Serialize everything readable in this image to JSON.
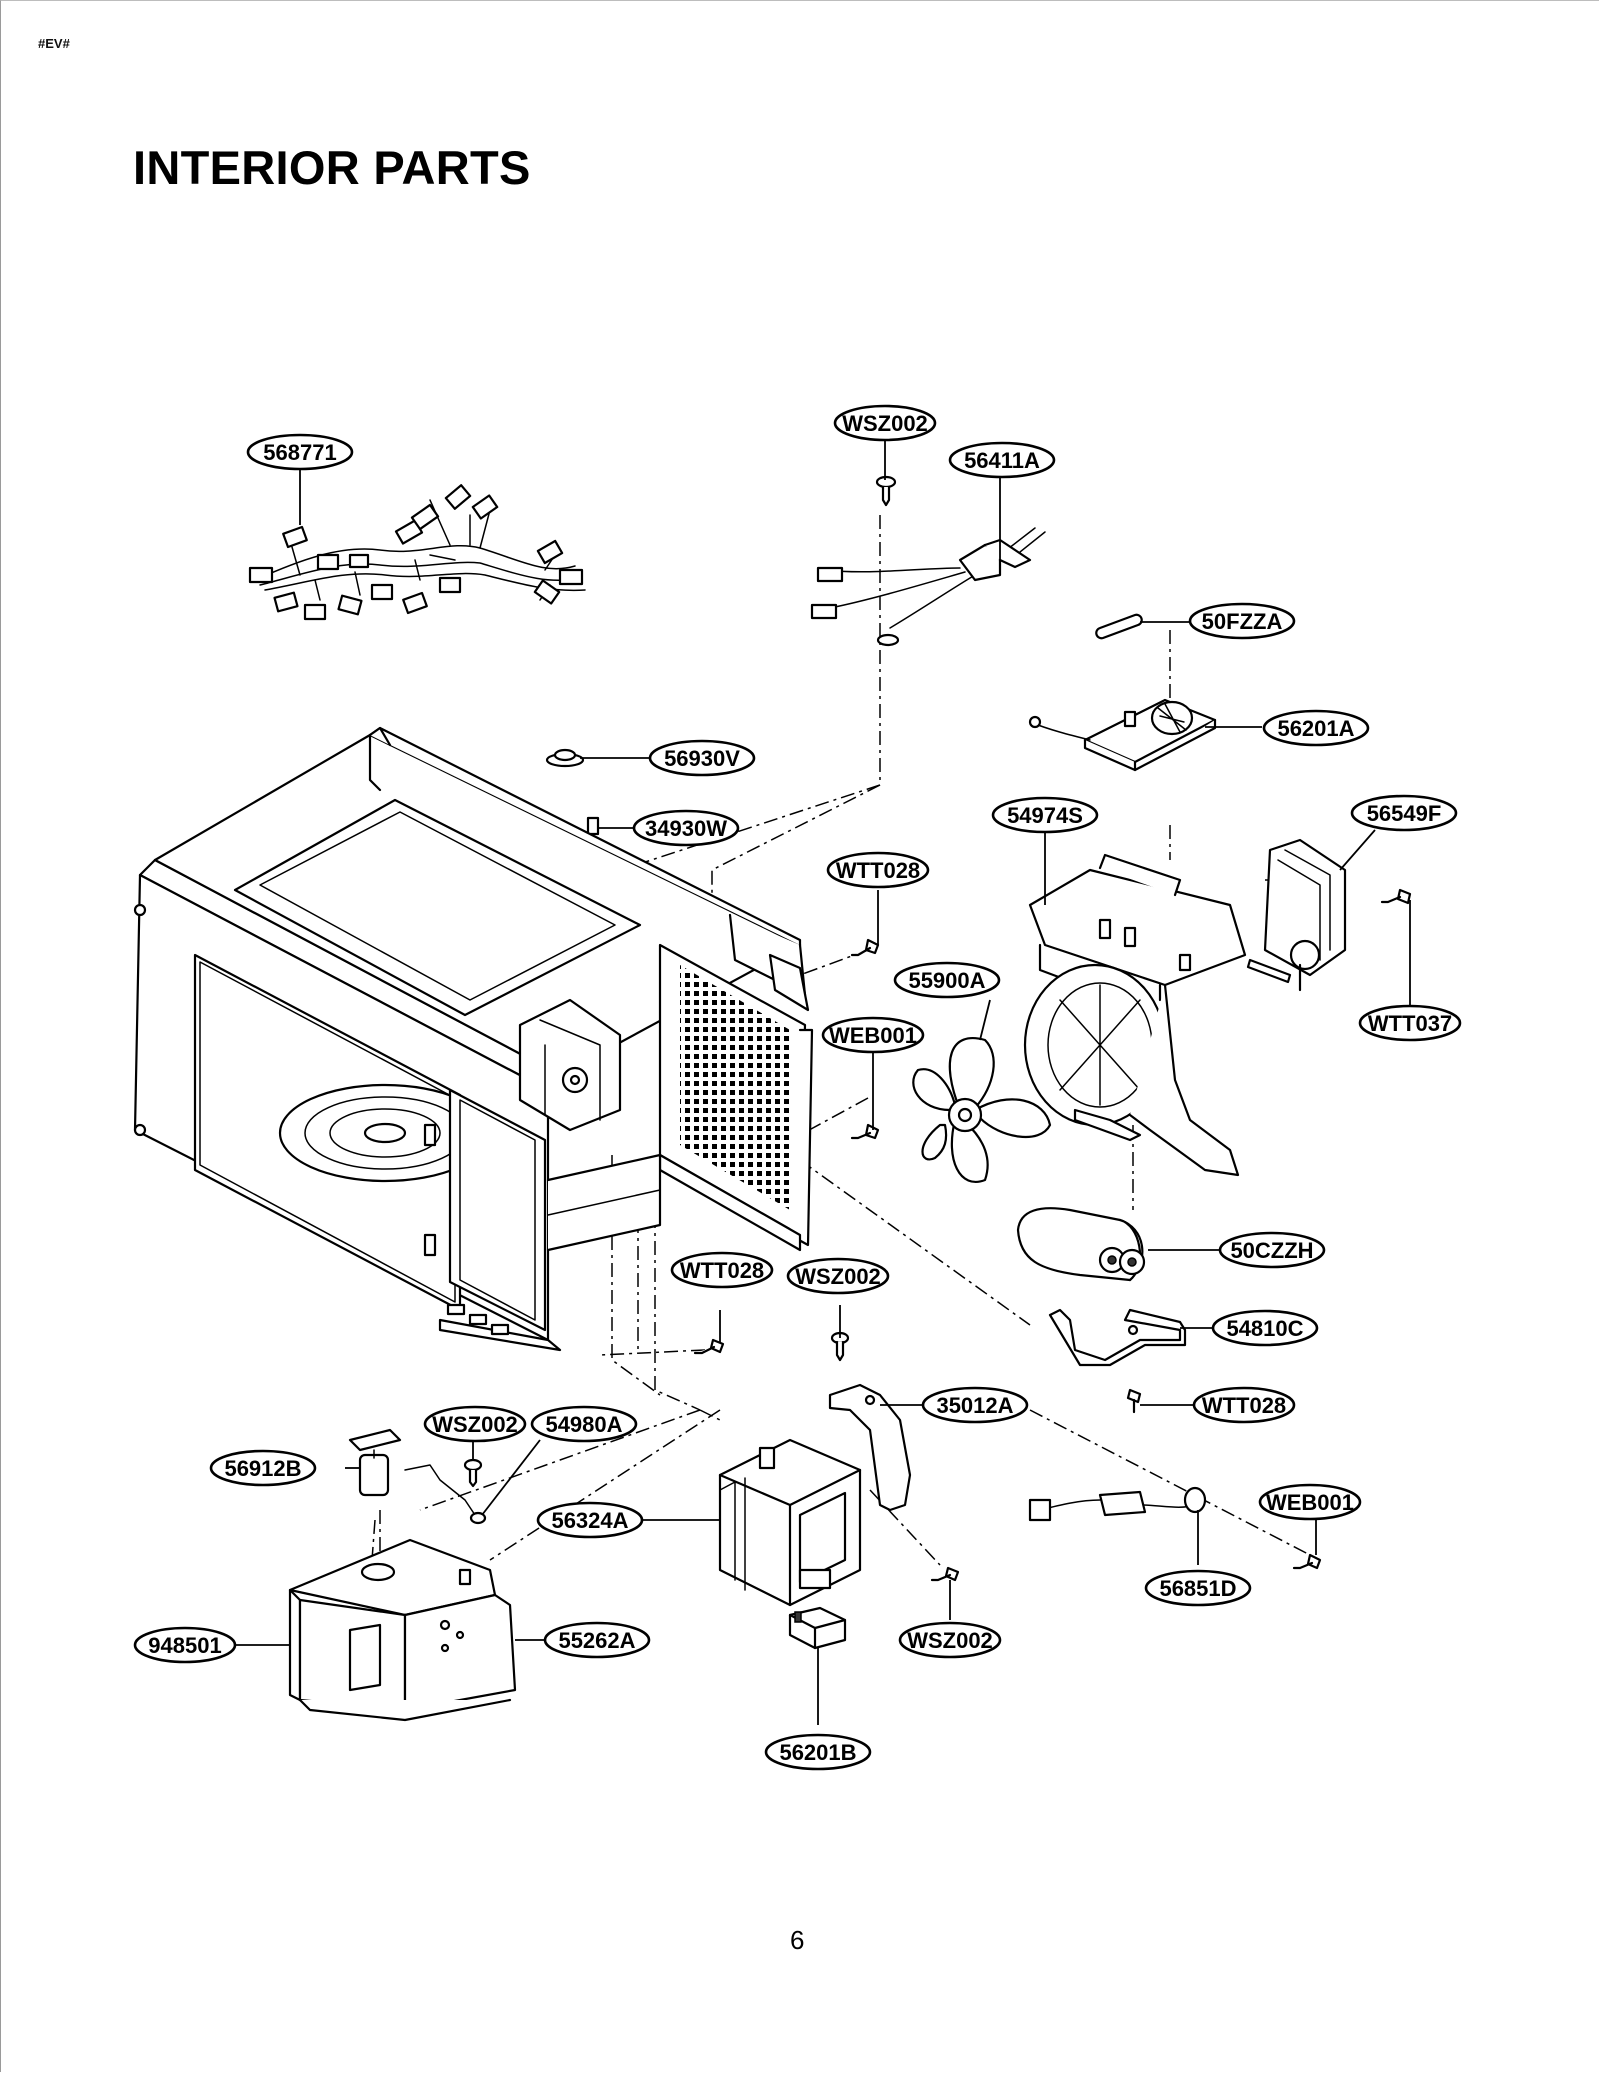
{
  "corner_tag": "#EV#",
  "title": "INTERIOR PARTS",
  "page_number": "6",
  "labels": {
    "p568771": "568771",
    "wsz002_top": "WSZ002",
    "p56411a": "56411A",
    "p50fzza": "50FZZA",
    "p56201a": "56201A",
    "p56930v": "56930V",
    "p34930w": "34930W",
    "p54974s": "54974S",
    "p56549f": "56549F",
    "wtt028_upper": "WTT028",
    "p55900a": "55900A",
    "web001_upper": "WEB001",
    "wtt037": "WTT037",
    "p50czzh": "50CZZH",
    "wtt028_left": "WTT028",
    "wsz002_mid": "WSZ002",
    "p54810c": "54810C",
    "p35012a": "35012A",
    "wtt028_right": "WTT028",
    "wsz002_left": "WSZ002",
    "p54980a": "54980A",
    "p56912b": "56912B",
    "p56324a": "56324A",
    "web001_lower": "WEB001",
    "p56851d": "56851D",
    "p948501": "948501",
    "p55262a": "55262A",
    "wsz002_bottom": "WSZ002",
    "p56201b": "56201B"
  }
}
